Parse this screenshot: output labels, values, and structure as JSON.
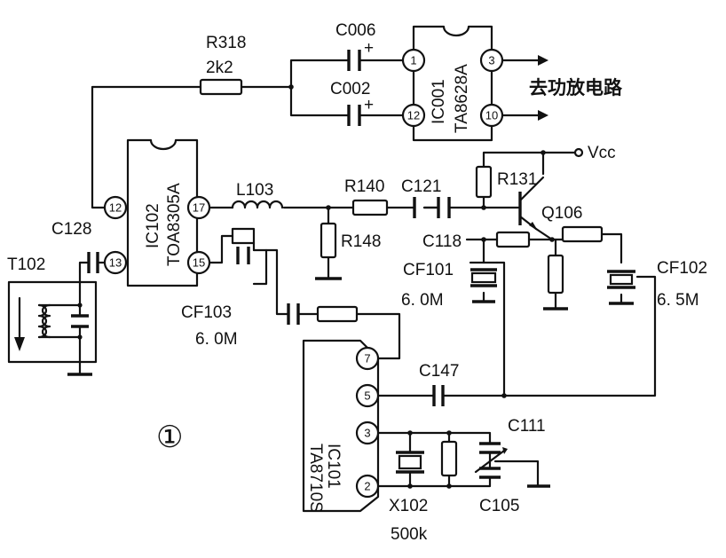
{
  "labels": {
    "R318": "R318",
    "R318_value": "2k2",
    "C006": "C006",
    "C002": "C002",
    "IC001": "IC001",
    "IC001_part": "TA8628A",
    "to_amp": "去功放电路",
    "Vcc": "Vcc",
    "R131": "R131",
    "Q106": "Q106",
    "IC102": "IC102",
    "IC102_part": "TOA8305A",
    "L103": "L103",
    "R140": "R140",
    "C121": "C121",
    "R148": "R148",
    "C118": "C118",
    "CF101": "CF101",
    "CF101_value": "6. 0M",
    "CF102": "CF102",
    "CF102_value": "6. 5M",
    "C128": "C128",
    "T102": "T102",
    "CF103": "CF103",
    "CF103_value": "6. 0M",
    "C147": "C147",
    "IC101": "IC101",
    "IC101_part": "TA8710S",
    "C111": "C111",
    "C105": "C105",
    "X102": "X102",
    "X102_value": "500k",
    "figure_number": "①"
  },
  "pins": {
    "ic001": [
      "1",
      "12",
      "3",
      "10"
    ],
    "ic102": [
      "12",
      "13",
      "17",
      "15"
    ],
    "ic101": [
      "7",
      "5",
      "3",
      "2"
    ]
  },
  "plus_sign": "+"
}
